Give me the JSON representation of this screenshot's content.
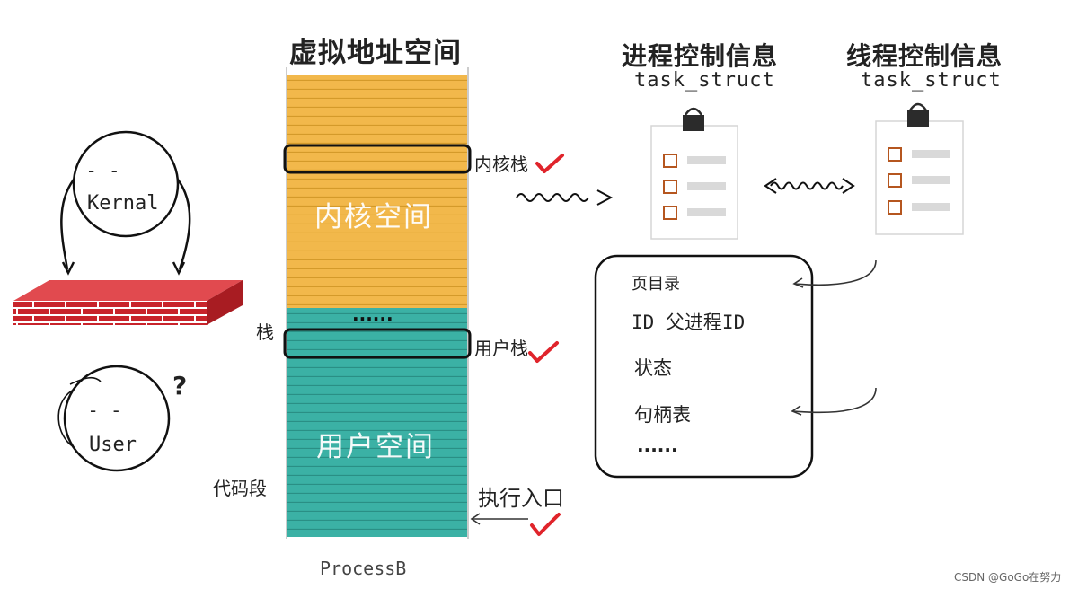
{
  "virtual_address_space": {
    "title": "虚拟地址空间",
    "kernel_space_label": "内核空间",
    "user_space_label": "用户空间",
    "dots": "......",
    "process_label": "ProcessB",
    "colors": {
      "kernel": "#f2b84b",
      "user": "#3bb1a5",
      "kernel_line": "#d49a2a",
      "user_line": "#2a8f85"
    }
  },
  "stack_labels": {
    "kernel_stack": "内核栈",
    "user_stack": "用户栈",
    "stack": "栈",
    "code_segment": "代码段",
    "entry": "执行入口"
  },
  "figures": {
    "kernel": "Kernal",
    "user": "User",
    "kernel_eyes": "- -",
    "user_eyes": "- -",
    "question": "?"
  },
  "process_control": {
    "title": "进程控制信息",
    "struct": "task_struct"
  },
  "thread_control": {
    "title": "线程控制信息",
    "struct": "task_struct"
  },
  "info_box": {
    "page_dir": "页目录",
    "ids": "ID  父进程ID",
    "state": "状态",
    "handle_table": "句柄表",
    "more": "......"
  },
  "footer": {
    "watermark": "CSDN @GoGo在努力"
  },
  "accent_colors": {
    "check": "#e0242b",
    "brick": "#c8242b",
    "clip": "#2b2b2b",
    "checkbox": "#b5561f"
  }
}
